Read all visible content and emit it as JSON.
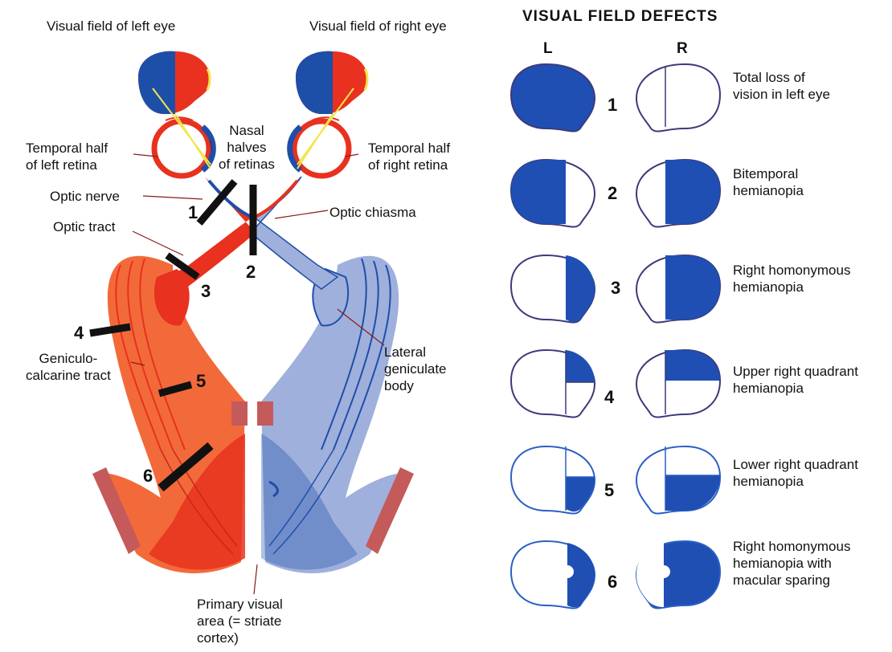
{
  "labels": {
    "vf_left": "Visual field of left eye",
    "vf_right": "Visual field of right eye",
    "temporal_left": "Temporal half\nof left retina",
    "nasal": "Nasal\nhalves\nof retinas",
    "temporal_right": "Temporal half\nof right retina",
    "optic_nerve": "Optic nerve",
    "optic_chiasma": "Optic chiasma",
    "optic_tract": "Optic tract",
    "geniculo": "Geniculo-\ncalcarine tract",
    "lateral_geniculate": "Lateral\ngeniculate\nbody",
    "primary_visual": "Primary visual\narea (= striate\ncortex)"
  },
  "lesion_numbers": [
    "1",
    "2",
    "3",
    "4",
    "5",
    "6"
  ],
  "defects": {
    "title": "VISUAL FIELD DEFECTS",
    "col_left": "L",
    "col_right": "R",
    "rows": [
      {
        "num": "1",
        "text": "Total loss of\nvision in left eye"
      },
      {
        "num": "2",
        "text": "Bitemporal\nhemianopia"
      },
      {
        "num": "3",
        "text": "Right homonymous\nhemianopia"
      },
      {
        "num": "4",
        "text": "Upper right quadrant\nhemianopia"
      },
      {
        "num": "5",
        "text": "Lower right quadrant\nhemianopia"
      },
      {
        "num": "6",
        "text": "Right homonymous\nhemianopia with\nmacular sparing"
      }
    ]
  },
  "colors": {
    "red": "#e8311f",
    "orange": "#f26a3a",
    "blue": "#1e4fa8",
    "lightblue": "#9fb0dc",
    "fill_blue": "#1f4fb3",
    "outline": "#3b3a7a",
    "yellow": "#f3e54a"
  }
}
